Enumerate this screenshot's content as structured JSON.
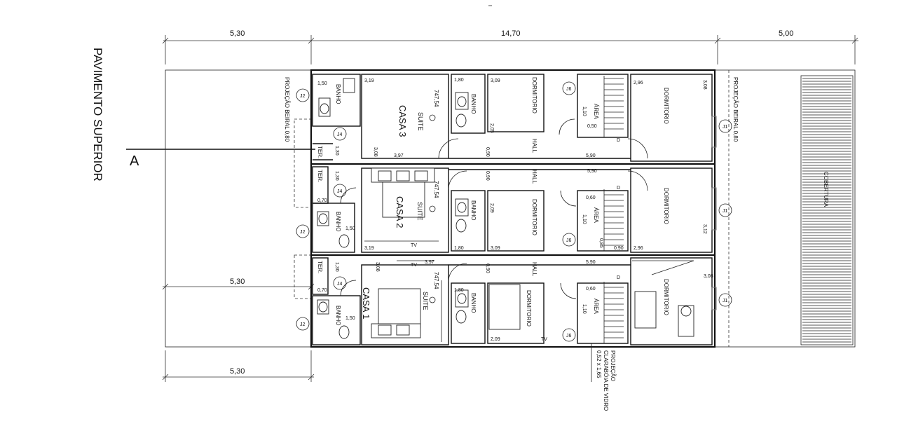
{
  "title": "PAVIMENTO SUPERIOR",
  "section_marker": "A",
  "top_dims": {
    "left": "5,30",
    "middle": "14,70",
    "right": "5,00"
  },
  "bottom_dims": {
    "left_mid": "5,30",
    "left_bottom": "5,30"
  },
  "houses": {
    "casa3": {
      "name": "CASA 3",
      "suite": "SUITE",
      "level": "747,54"
    },
    "casa2": {
      "name": "CASA 2",
      "suite": "SUITE",
      "level": "747,54"
    },
    "casa1": {
      "name": "CASA 1",
      "suite": "SUITE",
      "level": "747,54"
    }
  },
  "rooms": {
    "banho": "BANHO",
    "dormitorio": "DORMITORIO",
    "hall": "HALL",
    "area": "ÁREA",
    "ter": "TER.",
    "tv": "TV",
    "cobertura": "COBERTURA",
    "d": "D"
  },
  "notes": {
    "projecao_beiral_left": "PROJEÇÃO BEIRAL 0,80",
    "projecao_beiral_right": "PROJEÇÃO BEIRAL 0,80",
    "claraboia": [
      "PROJEÇÃO",
      "CLARABÓIA DE VIDRO",
      "0,52 x 1,65"
    ]
  },
  "windows": {
    "j1": "J1",
    "j2": "J2",
    "j4": "J4",
    "j6": "J6"
  },
  "measures": {
    "m150": "1,50",
    "m319": "3,19",
    "m397": "3,97",
    "m308": "3,08",
    "m309": "3,09",
    "m296": "2,96",
    "m590": "5,90",
    "m090": "0,90",
    "m130": "1,30",
    "m070": "0,70",
    "m060": "0,60",
    "m110": "1,10",
    "m205": "2,05",
    "m312": "3,12",
    "m209": "2,09",
    "m180": "1,80",
    "m085": "0,85",
    "m050": "0,50"
  }
}
